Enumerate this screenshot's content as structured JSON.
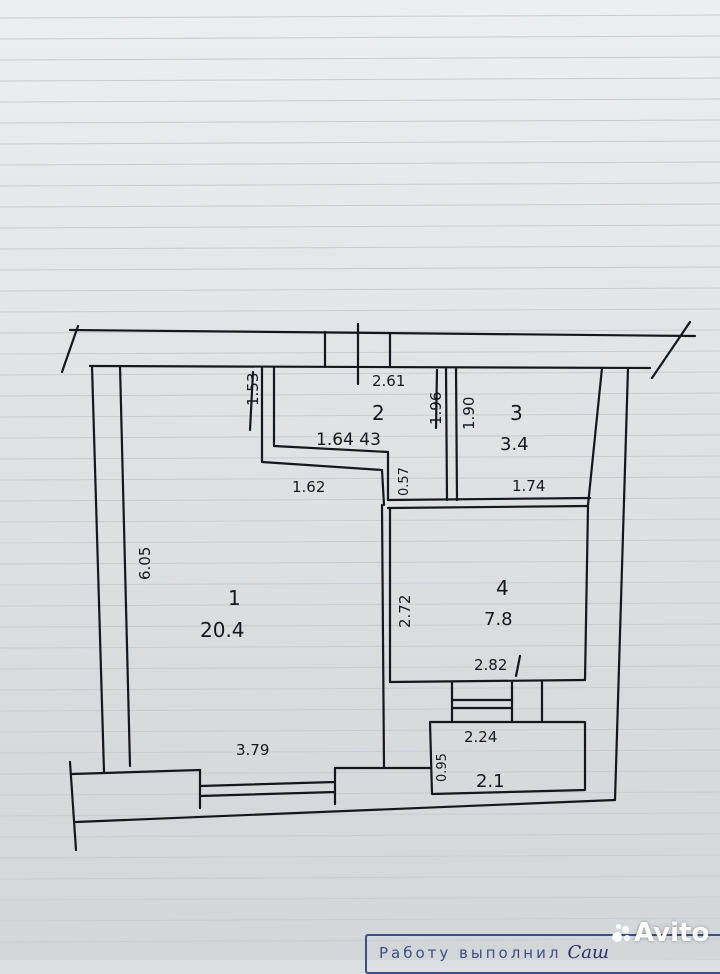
{
  "background_color": "#e3e6e8",
  "ink_color": "#15171c",
  "rooms": [
    {
      "number": "1",
      "area": "20.4"
    },
    {
      "number": "2",
      "area": "1.64 43"
    },
    {
      "number": "3",
      "area": "3.4"
    },
    {
      "number": "4",
      "area": "7.8"
    },
    {
      "number": "",
      "area": "2.1"
    }
  ],
  "dimensions": {
    "room1_height": "6.05",
    "room1_width": "3.79",
    "room2_height": "1.53",
    "room2_top": "2.61",
    "room2_right": "1.96",
    "room2_bottom": "1.62",
    "corridor_gap": "0.57",
    "room3_height": "1.90",
    "room3_width": "1.74",
    "room4_height": "2.72",
    "room4_width": "2.82",
    "balcony_width": "2.24",
    "balcony_depth": "0.95"
  },
  "stamp": {
    "text": "Работу выполнил",
    "signature": "Саш"
  },
  "watermark": {
    "brand": "Avito"
  }
}
